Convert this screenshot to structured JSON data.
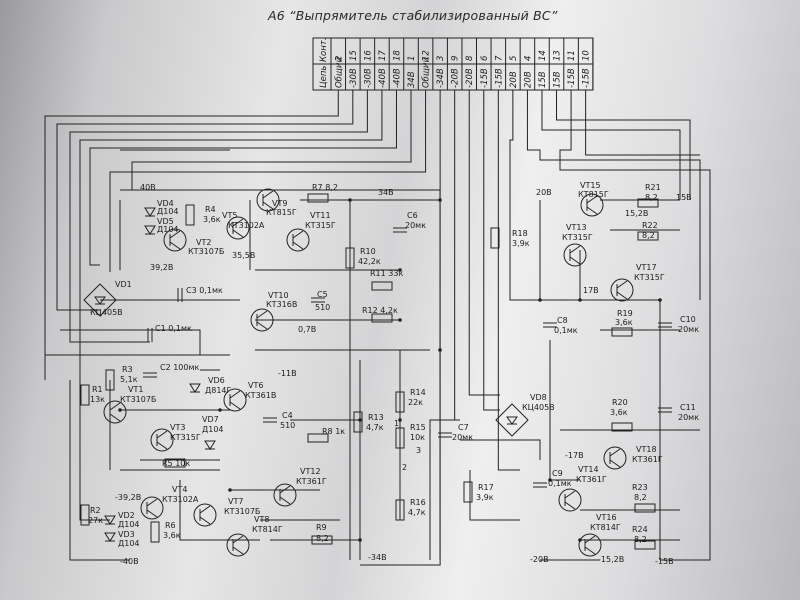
{
  "title": "А6 “Выпрямитель стабилизированный ВС”",
  "connector": {
    "row_label_pin": "Конт.",
    "row_label_circuit": "Цепь",
    "columns": [
      {
        "circuit": "Общий",
        "pin": "2"
      },
      {
        "circuit": "-30В",
        "pin": "15"
      },
      {
        "circuit": "-30В",
        "pin": "16"
      },
      {
        "circuit": "-40В",
        "pin": "17"
      },
      {
        "circuit": "-40В",
        "pin": "18"
      },
      {
        "circuit": "34В",
        "pin": "1"
      },
      {
        "circuit": "Общий",
        "pin": "12"
      },
      {
        "circuit": "-34В",
        "pin": "3"
      },
      {
        "circuit": "-20В",
        "pin": "9"
      },
      {
        "circuit": "-20В",
        "pin": "8"
      },
      {
        "circuit": "-15В",
        "pin": "6"
      },
      {
        "circuit": "-15В",
        "pin": "7"
      },
      {
        "circuit": "20В",
        "pin": "5"
      },
      {
        "circuit": "20В",
        "pin": "4"
      },
      {
        "circuit": "15В",
        "pin": "14"
      },
      {
        "circuit": "15В",
        "pin": "13"
      },
      {
        "circuit": "-15В",
        "pin": "11"
      },
      {
        "circuit": "-15В",
        "pin": "10"
      }
    ]
  },
  "labels": [
    {
      "id": "v40top",
      "text": "40В"
    },
    {
      "id": "vd4",
      "text": "VD4"
    },
    {
      "id": "vd4t",
      "text": "Д104"
    },
    {
      "id": "vd5",
      "text": "VD5"
    },
    {
      "id": "vd5t",
      "text": "Д104"
    },
    {
      "id": "r4",
      "text": "R4"
    },
    {
      "id": "r4v",
      "text": "3,6к"
    },
    {
      "id": "vt5",
      "text": "VT5"
    },
    {
      "id": "vt5t",
      "text": "КТ3102А"
    },
    {
      "id": "vt9",
      "text": "VT9"
    },
    {
      "id": "vt9t",
      "text": "КТ815Г"
    },
    {
      "id": "r7",
      "text": "R7 8,2"
    },
    {
      "id": "v34",
      "text": "34В"
    },
    {
      "id": "vt11",
      "text": "VT11"
    },
    {
      "id": "vt11t",
      "text": "КТ315Г"
    },
    {
      "id": "c6",
      "text": "C6"
    },
    {
      "id": "c6v",
      "text": "20мк"
    },
    {
      "id": "vt12a",
      "text": "VT2"
    },
    {
      "id": "vt12at",
      "text": "КТ3107Б"
    },
    {
      "id": "v392",
      "text": "39,2В"
    },
    {
      "id": "v355",
      "text": "35,5В"
    },
    {
      "id": "r10",
      "text": "R10"
    },
    {
      "id": "r10v",
      "text": "42,2к"
    },
    {
      "id": "r11",
      "text": "R11 33к"
    },
    {
      "id": "vd1",
      "text": "VD1"
    },
    {
      "id": "vd1t",
      "text": "КЦ405В"
    },
    {
      "id": "c3",
      "text": "C3 0,1мк"
    },
    {
      "id": "vt10",
      "text": "VT10"
    },
    {
      "id": "vt10t",
      "text": "КТ316В"
    },
    {
      "id": "c5",
      "text": "C5"
    },
    {
      "id": "c5v",
      "text": "510"
    },
    {
      "id": "r12",
      "text": "R12 4,2к"
    },
    {
      "id": "v078",
      "text": "0,7В"
    },
    {
      "id": "c1",
      "text": "C1 0,1мк"
    },
    {
      "id": "r3",
      "text": "R3"
    },
    {
      "id": "r3v",
      "text": "5,1к"
    },
    {
      "id": "c2",
      "text": "C2 100мк"
    },
    {
      "id": "r1",
      "text": "R1"
    },
    {
      "id": "r1v",
      "text": "13к"
    },
    {
      "id": "vt1",
      "text": "VT1"
    },
    {
      "id": "vt1t",
      "text": "КТ3107Б"
    },
    {
      "id": "vd6",
      "text": "VD6"
    },
    {
      "id": "vd6t",
      "text": "Д814Г"
    },
    {
      "id": "vt6",
      "text": "VT6"
    },
    {
      "id": "vt6t",
      "text": "КТ361В"
    },
    {
      "id": "v11",
      "text": "-11В"
    },
    {
      "id": "vd7",
      "text": "VD7"
    },
    {
      "id": "vd7t",
      "text": "Д104"
    },
    {
      "id": "c4",
      "text": "C4"
    },
    {
      "id": "c4v",
      "text": "510"
    },
    {
      "id": "vt3",
      "text": "VT3"
    },
    {
      "id": "vt3t",
      "text": "КТ315Г"
    },
    {
      "id": "r8",
      "text": "R8 1к"
    },
    {
      "id": "r13",
      "text": "R13"
    },
    {
      "id": "r13v",
      "text": "4,7к"
    },
    {
      "id": "r14",
      "text": "R14"
    },
    {
      "id": "r14v",
      "text": "22к"
    },
    {
      "id": "r15",
      "text": "R15"
    },
    {
      "id": "r15v",
      "text": "10к"
    },
    {
      "id": "c7",
      "text": "C7"
    },
    {
      "id": "c7v",
      "text": "20мк"
    },
    {
      "id": "r5",
      "text": "R5 10к"
    },
    {
      "id": "vt12",
      "text": "VT12"
    },
    {
      "id": "vt12t",
      "text": "КТ361Г"
    },
    {
      "id": "vt4",
      "text": "VT4"
    },
    {
      "id": "vt4t",
      "text": "КТ3102А"
    },
    {
      "id": "v392n",
      "text": "-39,2В"
    },
    {
      "id": "r2",
      "text": "R2"
    },
    {
      "id": "r2v",
      "text": "27к"
    },
    {
      "id": "vd2",
      "text": "VD2"
    },
    {
      "id": "vd2t",
      "text": "Д104"
    },
    {
      "id": "vd3",
      "text": "VD3"
    },
    {
      "id": "vd3t",
      "text": "Д104"
    },
    {
      "id": "r6",
      "text": "R6"
    },
    {
      "id": "r6v",
      "text": "3,6к"
    },
    {
      "id": "vt7",
      "text": "VT7"
    },
    {
      "id": "vt7t",
      "text": "КТ3107Б"
    },
    {
      "id": "vt8",
      "text": "VT8"
    },
    {
      "id": "vt8t",
      "text": "КТ814Г"
    },
    {
      "id": "r9",
      "text": "R9"
    },
    {
      "id": "r9v",
      "text": "8,2"
    },
    {
      "id": "v40bot",
      "text": "-40В"
    },
    {
      "id": "v34bot",
      "text": "-34В"
    },
    {
      "id": "r16",
      "text": "R16"
    },
    {
      "id": "r16v",
      "text": "4,7к"
    },
    {
      "id": "v20top",
      "text": "20В"
    },
    {
      "id": "vt15",
      "text": "VT15"
    },
    {
      "id": "vt15t",
      "text": "КТ815Г"
    },
    {
      "id": "r21",
      "text": "R21"
    },
    {
      "id": "r21v",
      "text": "8,2"
    },
    {
      "id": "v15r",
      "text": "15В"
    },
    {
      "id": "v152",
      "text": "15,2В"
    },
    {
      "id": "r18",
      "text": "R18"
    },
    {
      "id": "r18v",
      "text": "3,9к"
    },
    {
      "id": "vt13",
      "text": "VT13"
    },
    {
      "id": "vt13t",
      "text": "КТ315Г"
    },
    {
      "id": "r22",
      "text": "R22"
    },
    {
      "id": "r22v",
      "text": "8,2"
    },
    {
      "id": "vt17",
      "text": "VT17"
    },
    {
      "id": "vt17t",
      "text": "КТ315Г"
    },
    {
      "id": "v17",
      "text": "17В"
    },
    {
      "id": "r19",
      "text": "R19"
    },
    {
      "id": "r19v",
      "text": "3,6к"
    },
    {
      "id": "c8",
      "text": "C8"
    },
    {
      "id": "c8v",
      "text": "0,1мк"
    },
    {
      "id": "c10",
      "text": "C10"
    },
    {
      "id": "c10v",
      "text": "20мк"
    },
    {
      "id": "vd8",
      "text": "VD8"
    },
    {
      "id": "vd8t",
      "text": "КЦ405В"
    },
    {
      "id": "r20",
      "text": "R20"
    },
    {
      "id": "r20v",
      "text": "3,6к"
    },
    {
      "id": "c11",
      "text": "C11"
    },
    {
      "id": "c11v",
      "text": "20мк"
    },
    {
      "id": "v17n",
      "text": "-17В"
    },
    {
      "id": "vt18",
      "text": "VT18"
    },
    {
      "id": "vt18t",
      "text": "КТ361Г"
    },
    {
      "id": "vt14",
      "text": "VT14"
    },
    {
      "id": "vt14t",
      "text": "КТ361Г"
    },
    {
      "id": "c9",
      "text": "C9"
    },
    {
      "id": "c9v",
      "text": "0,1мк"
    },
    {
      "id": "r23",
      "text": "R23"
    },
    {
      "id": "r23v",
      "text": "8,2"
    },
    {
      "id": "r17",
      "text": "R17"
    },
    {
      "id": "r17v",
      "text": "3,9к"
    },
    {
      "id": "vt16",
      "text": "VT16"
    },
    {
      "id": "vt16t",
      "text": "КТ814Г"
    },
    {
      "id": "r24",
      "text": "R24"
    },
    {
      "id": "r24v",
      "text": "8,2"
    },
    {
      "id": "v20bot",
      "text": "-20В"
    },
    {
      "id": "v152n",
      "text": "-15,2В"
    },
    {
      "id": "v15bot",
      "text": "-15В"
    },
    {
      "id": "w1",
      "text": "1"
    },
    {
      "id": "w3",
      "text": "3"
    },
    {
      "id": "w2",
      "text": "2"
    }
  ]
}
